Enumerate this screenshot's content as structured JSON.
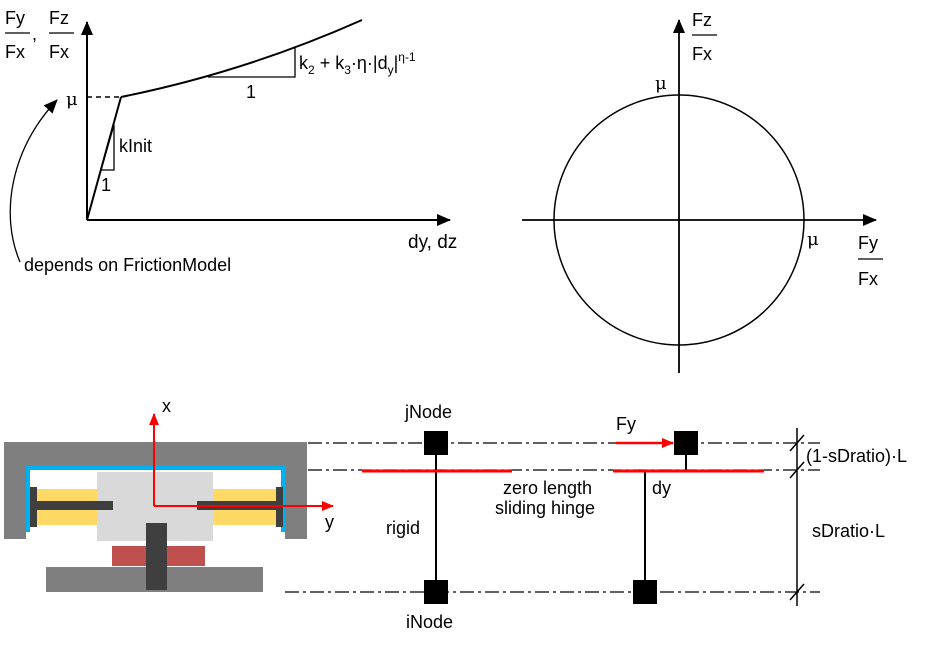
{
  "graph1": {
    "y_num_1": "Fy",
    "y_den_1": "Fx",
    "y_sep": ",",
    "y_num_2": "Fz",
    "y_den_2": "Fx",
    "x_label": "dy, dz",
    "mu_label": "μ",
    "kinit_label": "kInit",
    "kinit_one": "1",
    "slope_one": "1",
    "slope_formula": {
      "k": "k",
      "k2_sub": "2",
      "plus_k": " + k",
      "k3_sub": "3",
      "mid": "·η·|d",
      "dy_sub": "y",
      "bar": "|",
      "exp": "η-1"
    },
    "note": "depends on FrictionModel"
  },
  "graph2": {
    "z_num": "Fz",
    "z_den": "Fx",
    "y_num": "Fy",
    "y_den": "Fx",
    "mu_top": "μ",
    "mu_right": "μ"
  },
  "bearing": {
    "x_axis": "x",
    "y_axis": "y"
  },
  "element": {
    "jnode": "jNode",
    "inode": "iNode",
    "rigid": "rigid",
    "hinge_line1": "zero length",
    "hinge_line2": "sliding hinge",
    "fy": "Fy",
    "dy": "dy",
    "top_dim": "(1-sDratio)·L",
    "bottom_dim": "sDratio·L"
  },
  "colors": {
    "red": "#ff0000",
    "node": "#000000",
    "housing_gray": "#7f7f7f",
    "base_dark": "#3f3f3f",
    "slider_light": "#d9d9d9",
    "pad_orange": "#ffd966",
    "plate_blue": "#00b0f0",
    "pad_red": "#c0504d"
  }
}
